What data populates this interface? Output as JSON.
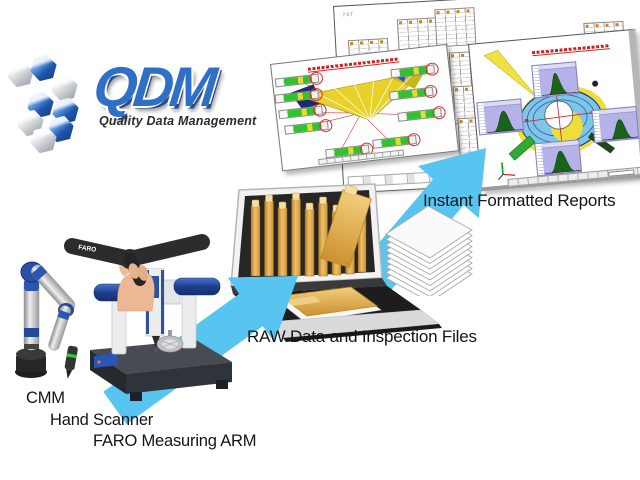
{
  "logo": {
    "brand": "QDM",
    "tagline": "Quality Data Management"
  },
  "captions": {
    "reports": "Instant Formatted Reports",
    "raw_data": "RAW Data and Inspection Files"
  },
  "device_labels": {
    "cmm": "CMM",
    "hand_scanner": "Hand Scanner",
    "faro_arm": "FARO Measuring ARM"
  },
  "device_markings": {
    "scanner_brand": "FARO"
  },
  "screens": {
    "back_header": "737"
  },
  "colors": {
    "arrow_blue": "#58c5f0",
    "logo_blue": "#2f6fc8",
    "folder_gold": "#dfa53f",
    "report_red": "#d22020",
    "histogram_bg": "#b4b2e8",
    "histogram_curve": "#1a641a",
    "part_yellow": "#e8d22a",
    "part_blue": "#7ec5e8",
    "measure_green": "#2fc42f"
  }
}
